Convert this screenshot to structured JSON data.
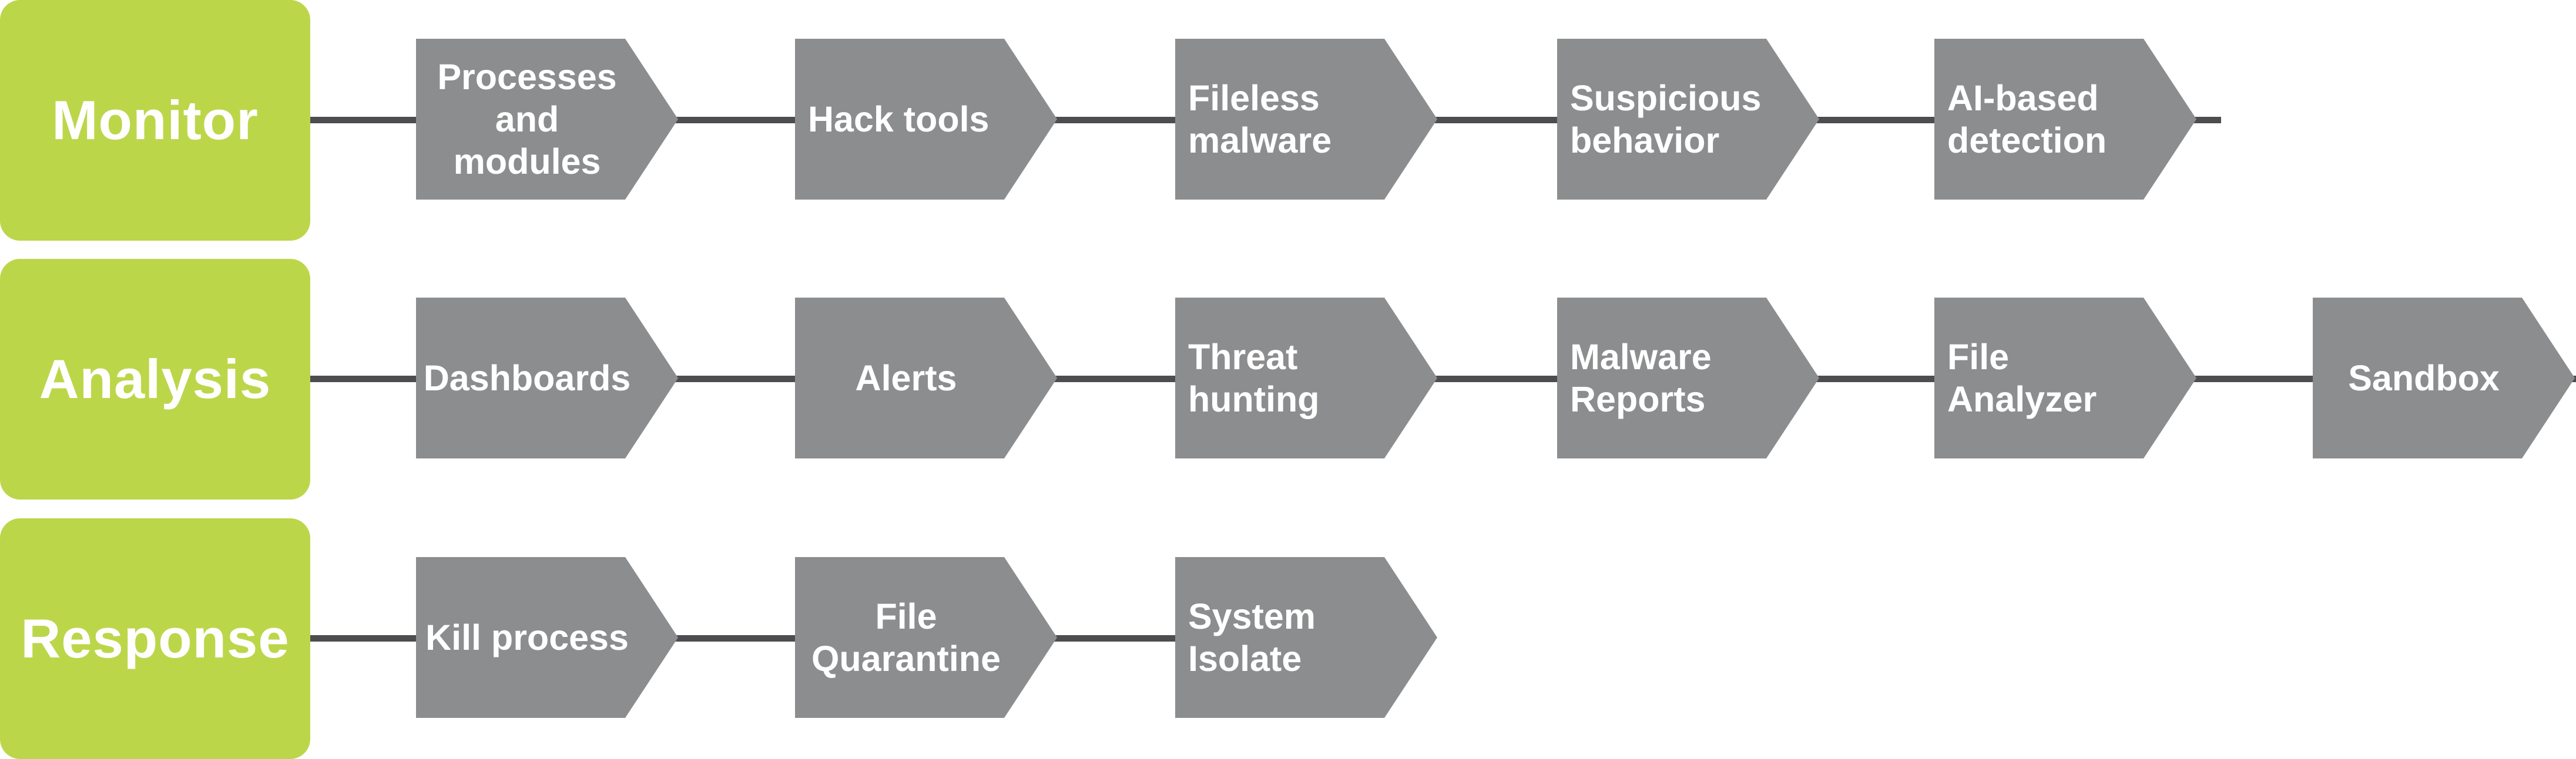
{
  "colors": {
    "stage": "#bcd64a",
    "step": "#8c8d8f",
    "connector": "#4d4d4f",
    "text": "#ffffff"
  },
  "rows": [
    {
      "label": "Monitor",
      "steps": [
        "Processes\nand\nmodules",
        "Hack tools",
        "Fileless\nmalware",
        "Suspicious\nbehavior",
        "AI-based\ndetection"
      ]
    },
    {
      "label": "Analysis",
      "steps": [
        "Dashboards",
        "Alerts",
        "Threat\nhunting",
        "Malware\nReports",
        "File\nAnalyzer",
        "Sandbox"
      ]
    },
    {
      "label": "Response",
      "steps": [
        "Kill process",
        "File\nQuarantine",
        "System\nIsolate"
      ]
    }
  ]
}
